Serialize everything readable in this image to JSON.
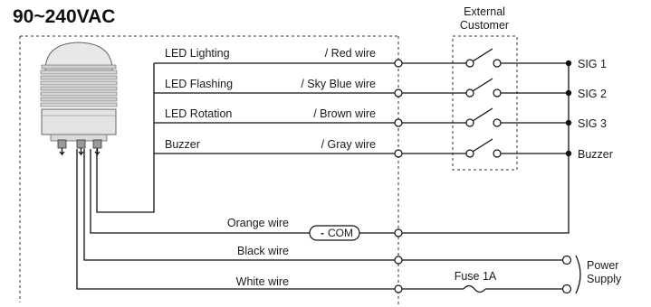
{
  "title": "90~240VAC",
  "external": {
    "line1": "External",
    "line2": "Customer"
  },
  "signal_lines": [
    {
      "name": "LED Lighting",
      "wire": "/ Red wire",
      "terminal": "SIG 1"
    },
    {
      "name": "LED Flashing",
      "wire": "/ Sky Blue wire",
      "terminal": "SIG 2"
    },
    {
      "name": "LED Rotation",
      "wire": "/ Brown wire",
      "terminal": "SIG 3"
    },
    {
      "name": "Buzzer",
      "wire": "/ Gray wire",
      "terminal": "Buzzer"
    }
  ],
  "common": {
    "wire": "Orange wire",
    "label": "COM",
    "sign": "-"
  },
  "power": {
    "black_wire": "Black wire",
    "white_wire": "White wire",
    "fuse": "Fuse 1A",
    "supply_line1": "Power",
    "supply_line2": "Supply"
  }
}
